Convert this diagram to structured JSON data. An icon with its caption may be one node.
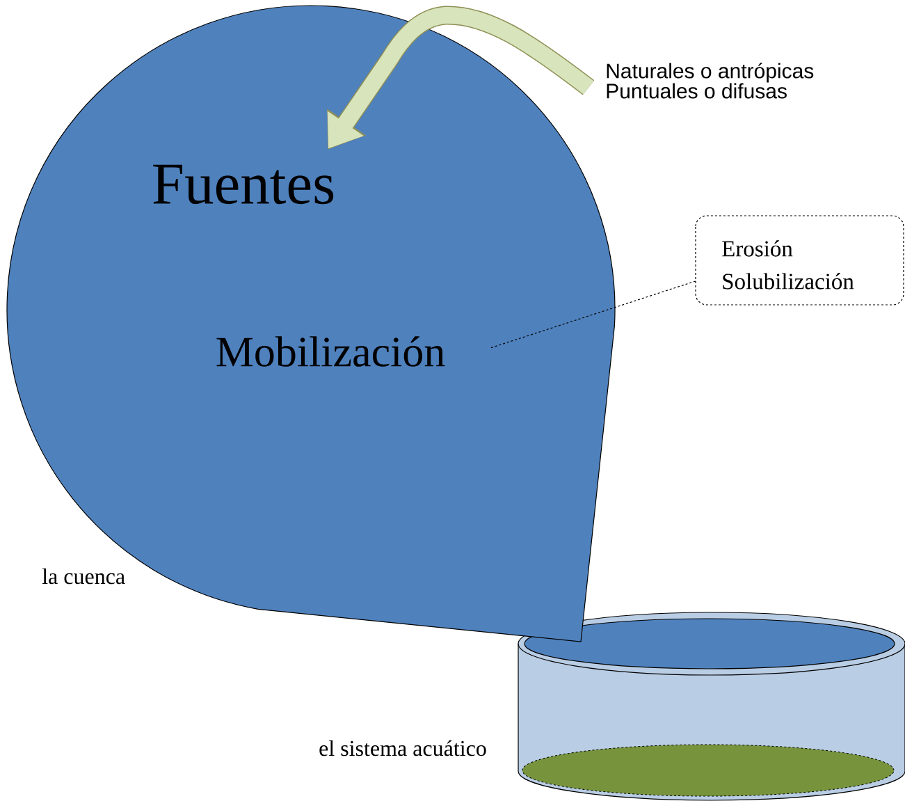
{
  "diagram": {
    "nodes": [
      {
        "text": [
          "Fuentes",
          "Mobilización"
        ],
        "beside": [
          "la cuenca"
        ]
      },
      {
        "text": [
          "Naturales o antrópicas",
          "Puntuales o difusas"
        ]
      },
      {
        "text": [
          "Erosión",
          "Solubilización"
        ]
      },
      {
        "text": [],
        "shape": "cylinder",
        "beside": [
          "el sistema acuático"
        ]
      }
    ],
    "edges": [
      {
        "from": 1,
        "to": 0,
        "arrow": "to",
        "style": "thick",
        "color": "#d7e4bc"
      },
      {
        "from": 2,
        "to": 0,
        "arrow": "none",
        "style": "dashed",
        "color": "#000000"
      }
    ]
  }
}
